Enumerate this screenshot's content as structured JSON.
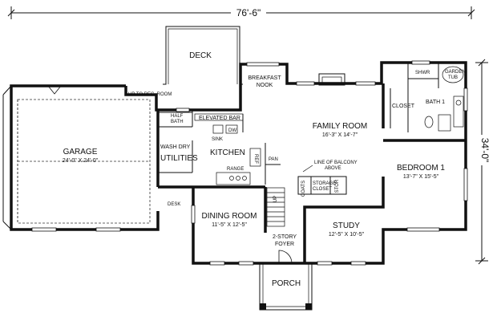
{
  "dimensions": {
    "overall_width": "76'-6\"",
    "overall_depth": "34'-0\""
  },
  "rooms": {
    "deck": {
      "name": "DECK"
    },
    "breakfast_nook": {
      "line1": "BREAKFAST",
      "line2": "NOOK"
    },
    "garage": {
      "name": "GARAGE",
      "size": "24'-0\" X 24'-0\""
    },
    "up_to_rec_room": {
      "name": "UP TO REC. ROOM"
    },
    "half_bath": {
      "line1": "HALF",
      "line2": "BATH"
    },
    "elevated_bar": {
      "name": "ELEVATED BAR"
    },
    "dw": {
      "name": "DW"
    },
    "sink": {
      "name": "SINK"
    },
    "wash_dry": {
      "name": "WASH DRY"
    },
    "utilities": {
      "name": "UTILITIES"
    },
    "kitchen": {
      "name": "KITCHEN"
    },
    "ref": {
      "name": "REF"
    },
    "pan": {
      "name": "PAN"
    },
    "range": {
      "name": "RANGE"
    },
    "family_room": {
      "name": "FAMILY ROOM",
      "size": "16'-3\" X 14'-7\""
    },
    "balcony_note": {
      "line1": "LINE OF BALCONY",
      "line2": "ABOVE"
    },
    "coats": {
      "name": "COATS"
    },
    "storage_closet": {
      "line1": "STORAGE",
      "line2": "CLOSET"
    },
    "stor": {
      "name": "STOR"
    },
    "desk": {
      "name": "DESK"
    },
    "up": {
      "name": "UP"
    },
    "dining_room": {
      "name": "DINING ROOM",
      "size": "11'-5\" X 12'-5\""
    },
    "foyer": {
      "line1": "2-STORY",
      "line2": "FOYER"
    },
    "study": {
      "name": "STUDY",
      "size": "12'-5\" X 10'-5\""
    },
    "porch": {
      "name": "PORCH"
    },
    "shwr": {
      "name": "SHWR"
    },
    "garden_tub": {
      "line1": "GARDEN",
      "line2": "TUB"
    },
    "closet": {
      "name": "CLOSET"
    },
    "bath1": {
      "name": "BATH 1"
    },
    "bedroom1": {
      "name": "BEDROOM 1",
      "size": "13'-7\" X 15'-5\""
    }
  }
}
